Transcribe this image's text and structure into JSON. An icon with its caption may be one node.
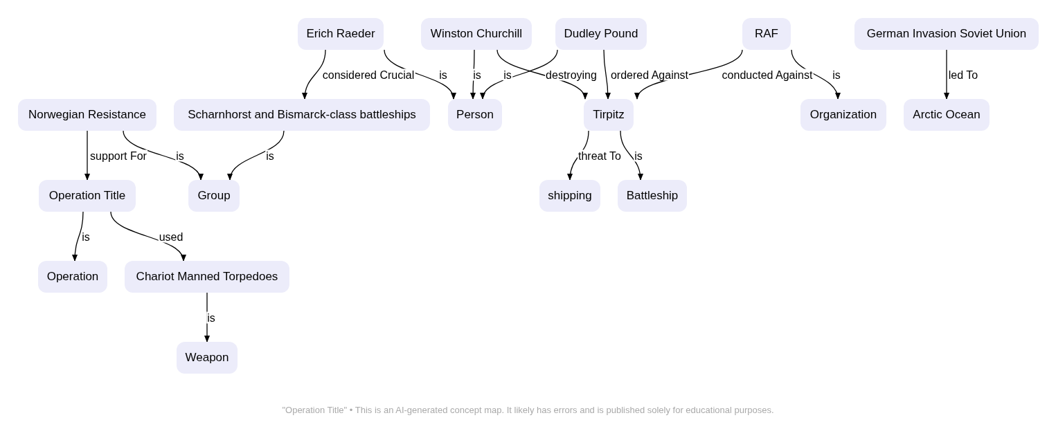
{
  "diagram": {
    "caption": "\"Operation Title\" • This is an AI-generated concept map. It likely has errors and is published solely for educational purposes.",
    "nodes": [
      {
        "text": [
          "Erich Raeder"
        ]
      },
      {
        "text": [
          "Winston Churchill"
        ]
      },
      {
        "text": [
          "Dudley Pound"
        ]
      },
      {
        "text": [
          "RAF"
        ]
      },
      {
        "text": [
          "German Invasion Soviet Union"
        ]
      },
      {
        "text": [
          "Norwegian Resistance"
        ]
      },
      {
        "text": [
          "Scharnhorst and Bismarck-class battleships"
        ]
      },
      {
        "text": [
          "Person"
        ]
      },
      {
        "text": [
          "Tirpitz"
        ]
      },
      {
        "text": [
          "Organization"
        ]
      },
      {
        "text": [
          "Arctic Ocean"
        ]
      },
      {
        "text": [
          "Operation Title"
        ]
      },
      {
        "text": [
          "Group"
        ]
      },
      {
        "text": [
          "shipping"
        ]
      },
      {
        "text": [
          "Battleship"
        ]
      },
      {
        "text": [
          "Operation"
        ]
      },
      {
        "text": [
          "Chariot Manned Torpedoes"
        ]
      },
      {
        "text": [
          "Weapon"
        ]
      }
    ],
    "edges": [
      {
        "from": 0,
        "to": 6,
        "arrow": "to",
        "label": "considered Crucial"
      },
      {
        "from": 0,
        "to": 7,
        "arrow": "to",
        "label": "is"
      },
      {
        "from": 1,
        "to": 7,
        "arrow": "to",
        "label": "is"
      },
      {
        "from": 1,
        "to": 8,
        "arrow": "to",
        "label": "destroying"
      },
      {
        "from": 2,
        "to": 7,
        "arrow": "to",
        "label": "is"
      },
      {
        "from": 2,
        "to": 8,
        "arrow": "to",
        "label": "ordered Against"
      },
      {
        "from": 3,
        "to": 8,
        "arrow": "to",
        "label": "conducted Against"
      },
      {
        "from": 3,
        "to": 9,
        "arrow": "to",
        "label": "is"
      },
      {
        "from": 4,
        "to": 10,
        "arrow": "to",
        "label": "led To"
      },
      {
        "from": 5,
        "to": 11,
        "arrow": "to",
        "label": "support For"
      },
      {
        "from": 5,
        "to": 12,
        "arrow": "to",
        "label": "is"
      },
      {
        "from": 6,
        "to": 12,
        "arrow": "to",
        "label": "is"
      },
      {
        "from": 8,
        "to": 13,
        "arrow": "to",
        "label": "threat To"
      },
      {
        "from": 8,
        "to": 14,
        "arrow": "to",
        "label": "is"
      },
      {
        "from": 11,
        "to": 15,
        "arrow": "to",
        "label": "is"
      },
      {
        "from": 11,
        "to": 16,
        "arrow": "to",
        "label": "used"
      },
      {
        "from": 16,
        "to": 17,
        "arrow": "to",
        "label": "is"
      }
    ]
  }
}
